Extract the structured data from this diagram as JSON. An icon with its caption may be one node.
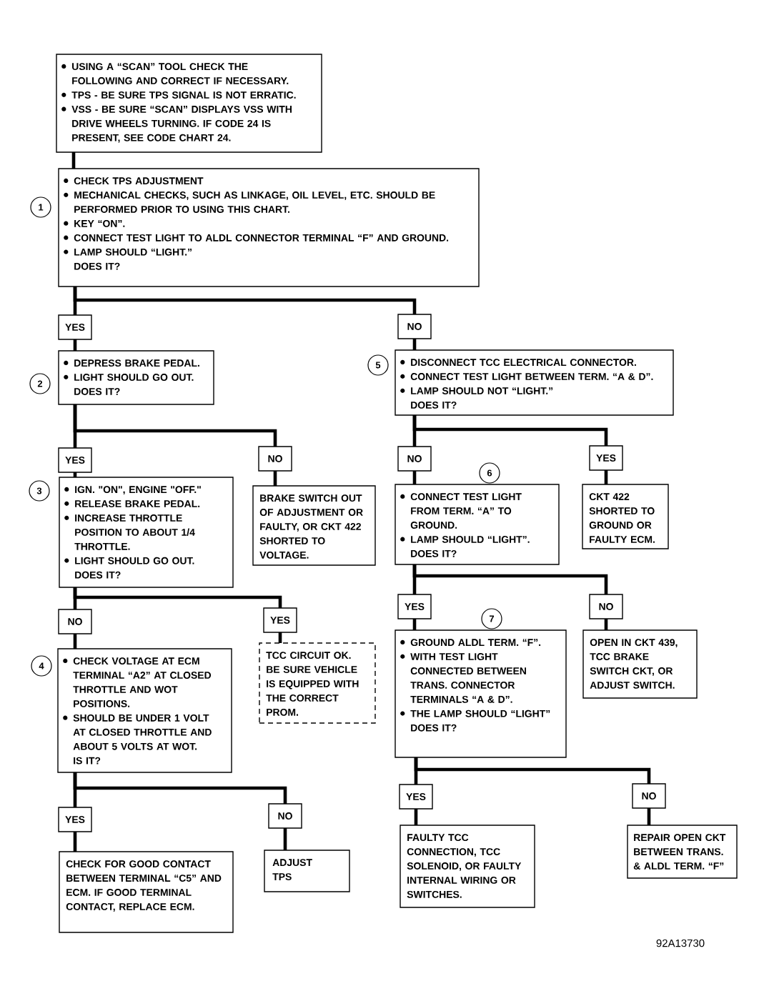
{
  "diagram": {
    "nodes": [
      {
        "text": [
          "USING A “SCAN” TOOL CHECK THE FOLLOWING AND CORRECT IF NECESSARY.",
          "TPS - BE SURE TPS SIGNAL IS NOT ERRATIC.",
          "VSS - BE SURE “SCAN” DISPLAYS VSS WITH DRIVE WHEELS TURNING. IF CODE 24 IS PRESENT, SEE CODE CHART 24."
        ]
      },
      {
        "text": [
          "CHECK TPS ADJUSTMENT",
          "MECHANICAL CHECKS, SUCH AS LINKAGE, OIL LEVEL, ETC. SHOULD BE PERFORMED PRIOR TO USING THIS CHART.",
          "KEY “ON”.",
          "CONNECT TEST LIGHT TO ALDL CONNECTOR TERMINAL “F” AND GROUND.",
          "LAMP SHOULD “LIGHT.”",
          "DOES IT?"
        ],
        "beside": [
          "1"
        ]
      },
      {
        "text": [
          "DEPRESS BRAKE PEDAL.",
          "LIGHT SHOULD GO OUT.",
          "DOES IT?"
        ],
        "beside": [
          "2"
        ]
      },
      {
        "text": [
          "DISCONNECT TCC ELECTRICAL CONNECTOR.",
          "CONNECT TEST LIGHT BETWEEN TERM. “A & D”.",
          "LAMP SHOULD NOT “LIGHT.”",
          "DOES IT?"
        ],
        "beside": [
          "5"
        ]
      },
      {
        "text": [
          "IGN. \"ON\", ENGINE \"OFF.\"",
          "RELEASE BRAKE PEDAL.",
          "INCREASE THROTTLE POSITION TO ABOUT 1/4 THROTTLE.",
          "LIGHT SHOULD GO OUT.",
          "DOES IT?"
        ],
        "beside": [
          "3"
        ]
      },
      {
        "text": [
          "BRAKE SWITCH OUT OF ADJUSTMENT OR FAULTY, OR CKT 422 SHORTED TO VOLTAGE."
        ]
      },
      {
        "text": [
          "CONNECT TEST LIGHT FROM TERM. “A” TO GROUND.",
          "LAMP SHOULD “LIGHT”.",
          "DOES IT?"
        ],
        "beside": [
          "6"
        ]
      },
      {
        "text": [
          "CKT 422 SHORTED TO GROUND OR FAULTY ECM."
        ]
      },
      {
        "text": [
          "CHECK VOLTAGE AT ECM TERMINAL “A2” AT CLOSED THROTTLE AND WOT POSITIONS.",
          "SHOULD BE UNDER 1 VOLT AT CLOSED THROTTLE AND ABOUT 5 VOLTS AT WOT.",
          "IS IT?"
        ],
        "beside": [
          "4"
        ]
      },
      {
        "text": [
          "TCC CIRCUIT OK.",
          "BE SURE VEHICLE IS EQUIPPED WITH THE CORRECT PROM."
        ]
      },
      {
        "text": [
          "GROUND ALDL TERM. “F”.",
          "WITH TEST LIGHT CONNECTED BETWEEN TRANS. CONNECTOR TERMINALS “A & D”.",
          "THE LAMP SHOULD “LIGHT”",
          "DOES IT?"
        ],
        "beside": [
          "7"
        ]
      },
      {
        "text": [
          "OPEN IN CKT 439, TCC BRAKE SWITCH CKT, OR ADJUST SWITCH."
        ]
      },
      {
        "text": [
          "CHECK FOR GOOD CONTACT BETWEEN TERMINAL “C5” AND ECM. IF GOOD TERMINAL CONTACT, REPLACE ECM."
        ]
      },
      {
        "text": [
          "ADJUST TPS"
        ]
      },
      {
        "text": [
          "FAULTY TCC CONNECTION, TCC SOLENOID, OR FAULTY INTERNAL WIRING OR SWITCHES."
        ]
      },
      {
        "text": [
          "REPAIR OPEN CKT BETWEEN TRANS. & ALDL TERM. “F”"
        ]
      }
    ],
    "edges": [
      {
        "from": 0,
        "to": 1,
        "arrow": "none"
      },
      {
        "from": 1,
        "to": 2,
        "arrow": "none",
        "label": "YES"
      },
      {
        "from": 1,
        "to": 3,
        "arrow": "none",
        "label": "NO"
      },
      {
        "from": 2,
        "to": 4,
        "arrow": "none",
        "label": "YES"
      },
      {
        "from": 2,
        "to": 5,
        "arrow": "none",
        "label": "NO"
      },
      {
        "from": 3,
        "to": 6,
        "arrow": "none",
        "label": "NO"
      },
      {
        "from": 3,
        "to": 7,
        "arrow": "none",
        "label": "YES"
      },
      {
        "from": 4,
        "to": 8,
        "arrow": "none",
        "label": "NO"
      },
      {
        "from": 4,
        "to": 9,
        "arrow": "none",
        "label": "YES"
      },
      {
        "from": 6,
        "to": 10,
        "arrow": "none",
        "label": "YES"
      },
      {
        "from": 6,
        "to": 11,
        "arrow": "none",
        "label": "NO"
      },
      {
        "from": 8,
        "to": 12,
        "arrow": "none",
        "label": "YES"
      },
      {
        "from": 8,
        "to": 13,
        "arrow": "none",
        "label": "NO"
      },
      {
        "from": 10,
        "to": 14,
        "arrow": "none",
        "label": "YES"
      },
      {
        "from": 10,
        "to": 15,
        "arrow": "none",
        "label": "NO"
      }
    ],
    "labels": [
      "92A13730"
    ]
  }
}
